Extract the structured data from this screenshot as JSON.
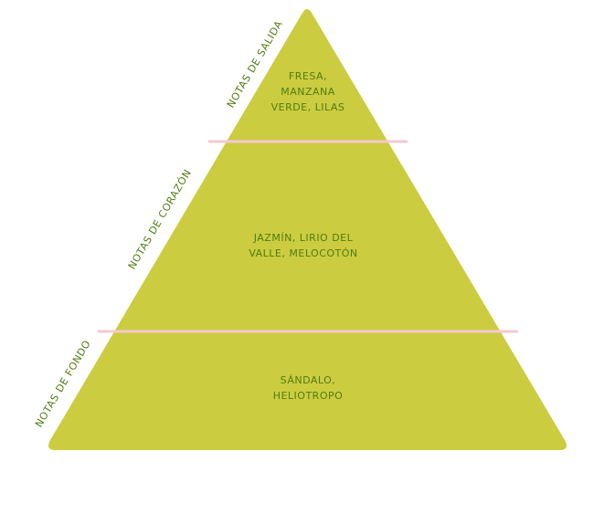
{
  "colors": {
    "fill": "#cccc40",
    "text": "#4f7d0f",
    "divider": "#f7c8d4"
  },
  "tiers": [
    {
      "label": "NOTAS DE SALIDA",
      "lines": [
        "FRESA,",
        "MANZANA",
        "VERDE, LILAS"
      ]
    },
    {
      "label": "NOTAS DE CORAZÓN",
      "lines": [
        "JAZMÍN, LIRIO DEL",
        "VALLE, MELOCOTÓN"
      ]
    },
    {
      "label": "NOTAS DE FONDO",
      "lines": [
        "SÁNDALO,",
        "HELIOTROPO"
      ]
    }
  ]
}
